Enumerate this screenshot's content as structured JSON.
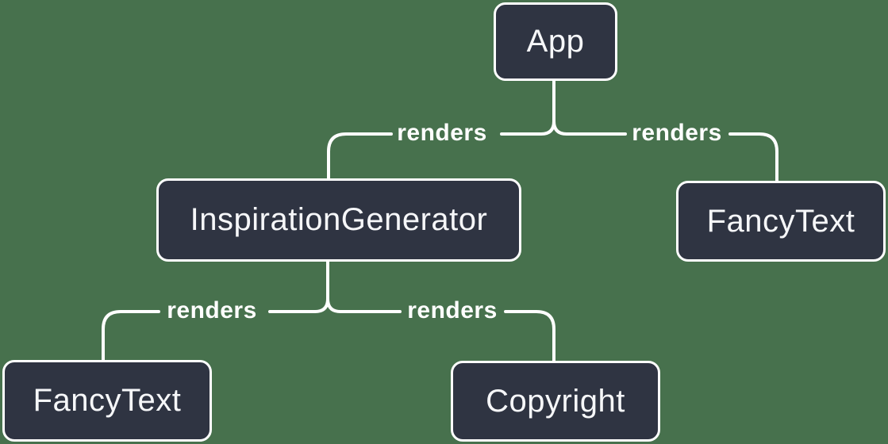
{
  "colors": {
    "background": "#47714D",
    "node_fill": "#2F3442",
    "node_border": "#FFFFFF",
    "node_text": "#F6F7F9",
    "connector": "#FFFFFF",
    "edge_label_text": "#FFFFFF"
  },
  "nodes": [
    {
      "id": "app",
      "label": "App"
    },
    {
      "id": "inspiration-generator",
      "label": "InspirationGenerator"
    },
    {
      "id": "fancy-text-top",
      "label": "FancyText"
    },
    {
      "id": "fancy-text-bottom",
      "label": "FancyText"
    },
    {
      "id": "copyright",
      "label": "Copyright"
    }
  ],
  "edges": [
    {
      "from": "App",
      "to": "InspirationGenerator",
      "label": "renders"
    },
    {
      "from": "App",
      "to": "FancyText",
      "label": "renders"
    },
    {
      "from": "InspirationGenerator",
      "to": "FancyText",
      "label": "renders"
    },
    {
      "from": "InspirationGenerator",
      "to": "Copyright",
      "label": "renders"
    }
  ]
}
